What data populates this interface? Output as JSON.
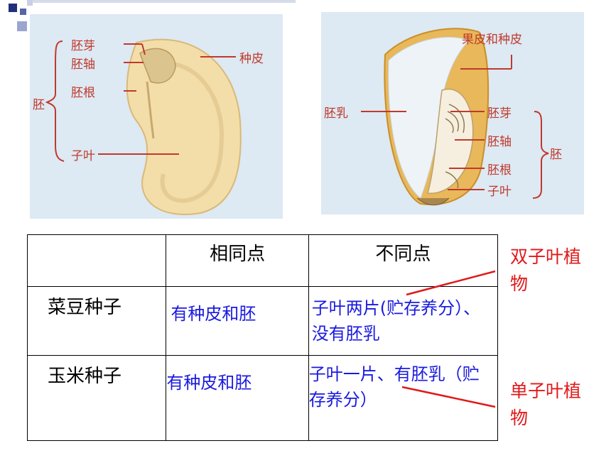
{
  "left_diagram": {
    "labels": {
      "plumule": "胚芽",
      "hypocotyl": "胚轴",
      "radicle": "胚根",
      "cotyledon": "子叶",
      "seed_coat": "种皮",
      "embryo": "胚"
    }
  },
  "right_diagram": {
    "labels": {
      "pericarp_seed_coat": "果皮和种皮",
      "endosperm": "胚乳",
      "plumule": "胚芽",
      "hypocotyl": "胚轴",
      "radicle": "胚根",
      "cotyledon": "子叶",
      "embryo": "胚"
    }
  },
  "table": {
    "headers": {
      "empty": "",
      "same": "相同点",
      "different": "不同点"
    },
    "rows": [
      {
        "name": "菜豆种子",
        "same": "有种皮和胚",
        "different": "子叶两片(贮存养分）、没有胚乳"
      },
      {
        "name": "玉米种子",
        "same": "有种皮和胚",
        "different": "子叶一片、有胚乳（贮存养分）"
      }
    ]
  },
  "annotations": {
    "dicot": "双子叶植物",
    "monocot": "单子叶植物"
  },
  "colors": {
    "label_red": "#c0392b",
    "annotation_red": "#e0191a",
    "blue_text": "#1a1adf",
    "corner_blue": "#2c3e8f"
  }
}
